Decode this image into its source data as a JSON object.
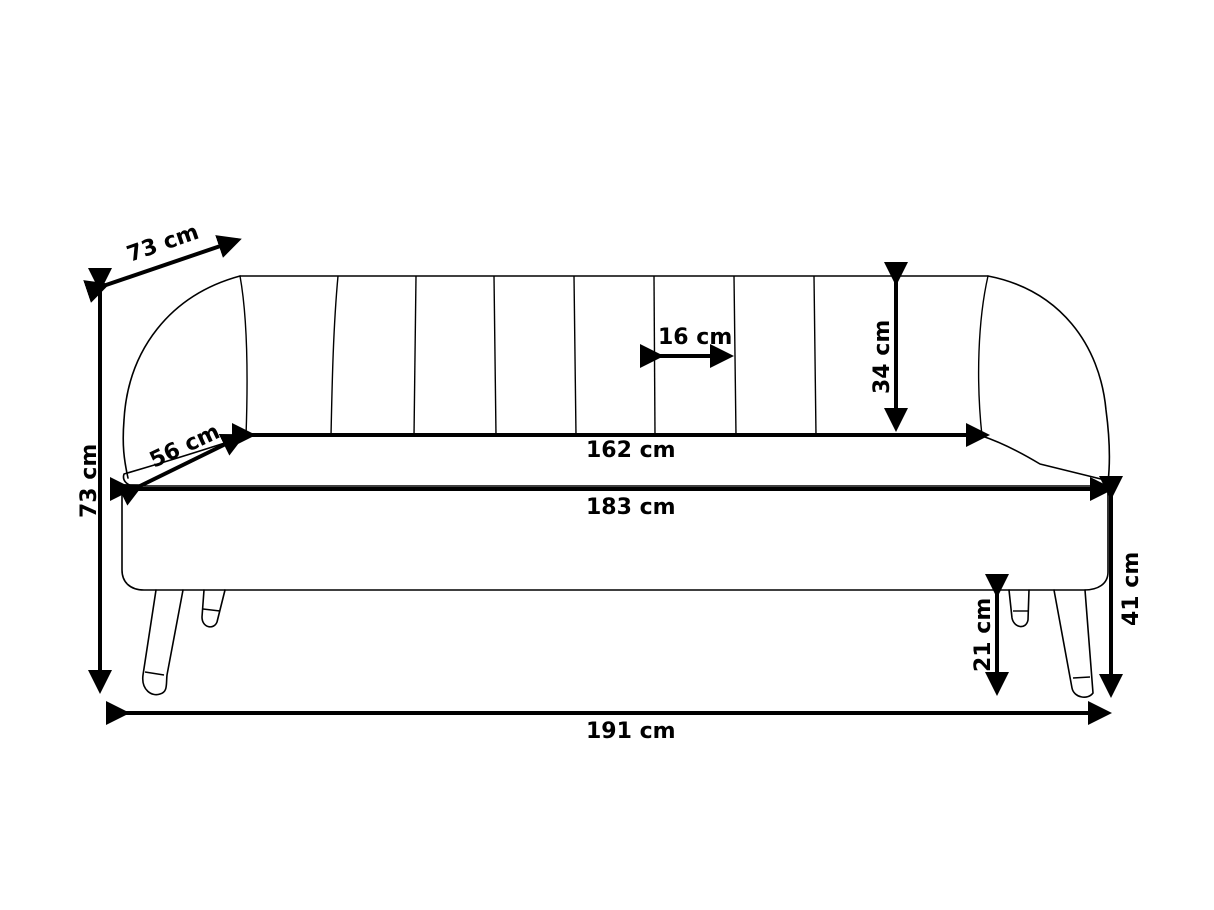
{
  "diagram": {
    "subject": "Three-seater sofa dimension drawing",
    "background_color": "#ffffff",
    "line_color": "#000000",
    "unit": "cm",
    "dimensions": {
      "depth_top": {
        "value": 73,
        "label": "73 cm"
      },
      "total_height": {
        "value": 73,
        "label": "73 cm"
      },
      "seat_depth": {
        "value": 56,
        "label": "56 cm"
      },
      "seat_width": {
        "value": 162,
        "label": "162 cm"
      },
      "channel_width": {
        "value": 16,
        "label": "16 cm"
      },
      "backrest_height": {
        "value": 34,
        "label": "34 cm"
      },
      "seat_frame_width": {
        "value": 183,
        "label": "183 cm"
      },
      "seat_height": {
        "value": 41,
        "label": "41 cm"
      },
      "leg_height": {
        "value": 21,
        "label": "21 cm"
      },
      "total_width": {
        "value": 191,
        "label": "191 cm"
      }
    }
  }
}
